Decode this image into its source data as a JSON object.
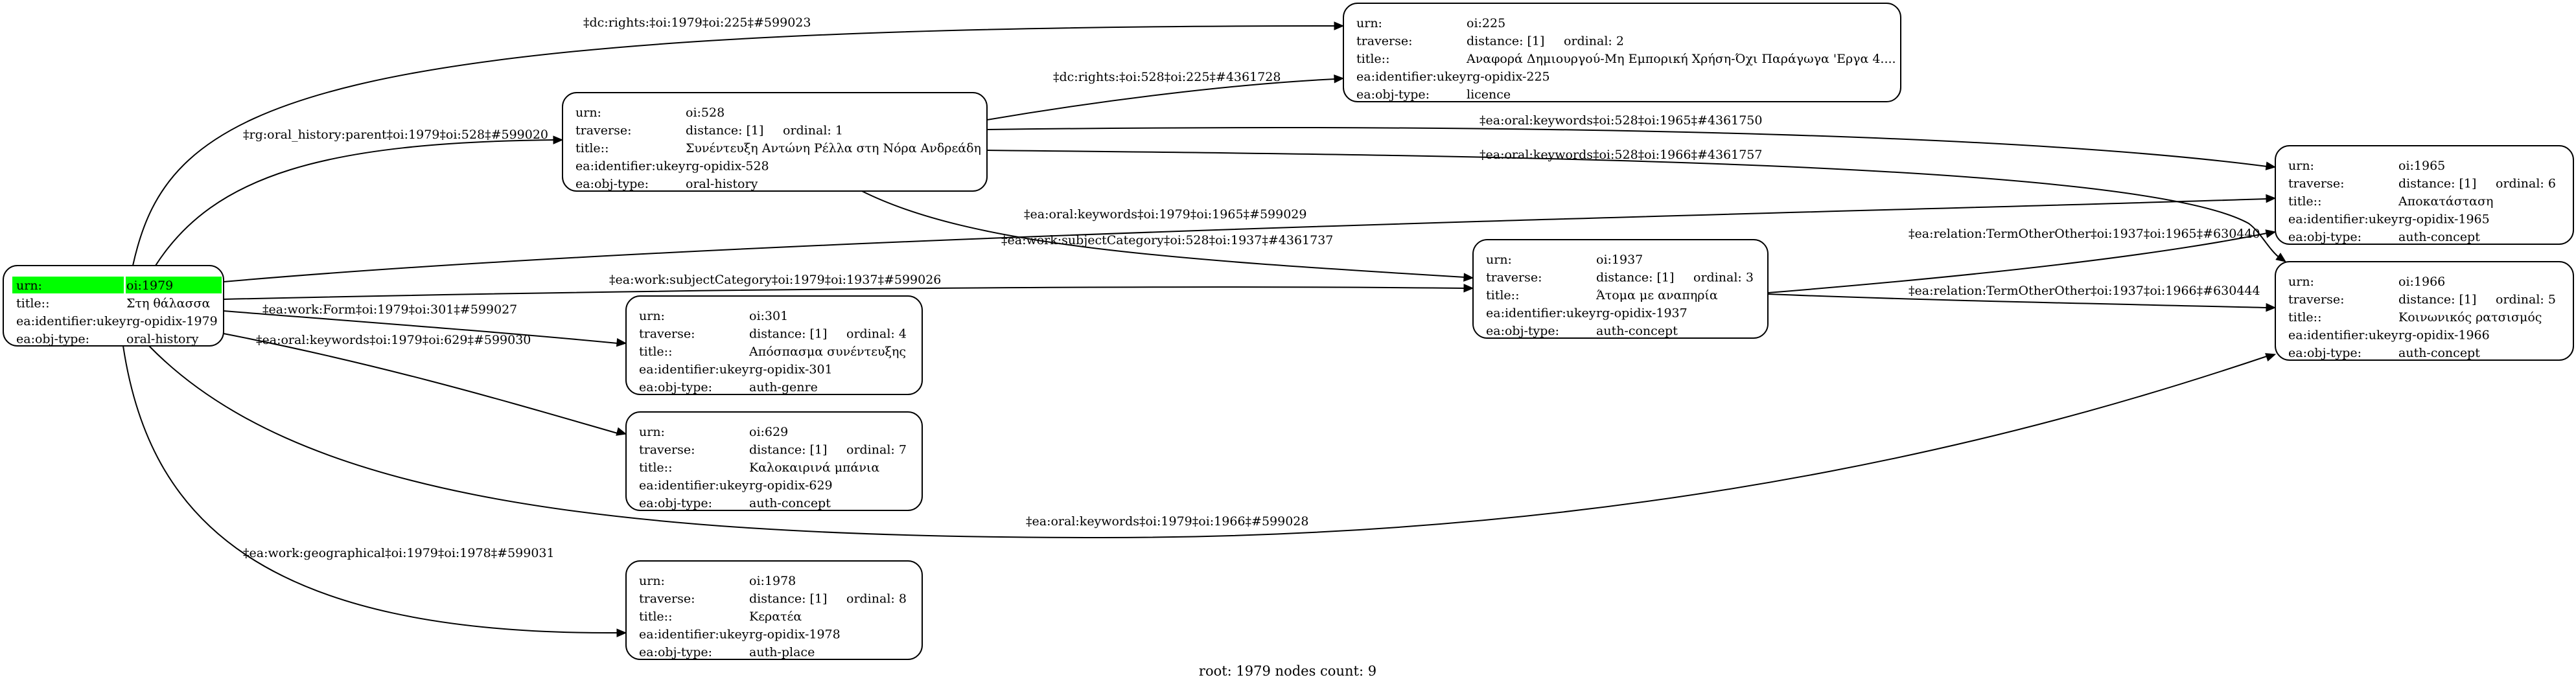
{
  "graph": {
    "footer": "root: 1979 nodes count: 9",
    "root_highlight_color": "#00ff00",
    "field_labels": {
      "urn": "urn:",
      "traverse": "traverse:",
      "title": "title::",
      "ukey": "ea:identifier:ukey",
      "objtype": "ea:obj-type:"
    },
    "nodes": [
      {
        "id": "1979",
        "root": true,
        "urn": "oi:1979",
        "title": "Στη θάλασσα",
        "ukey": "rg-opidix-1979",
        "objtype": "oral-history"
      },
      {
        "id": "528",
        "urn": "oi:528",
        "distance": "distance: [1]",
        "ordinal": "ordinal: 1",
        "title": "Συνέντευξη Αντώνη Ρέλλα στη Νόρα Ανδρεάδη",
        "ukey": "rg-opidix-528",
        "objtype": "oral-history"
      },
      {
        "id": "225",
        "urn": "oi:225",
        "distance": "distance: [1]",
        "ordinal": "ordinal: 2",
        "title": "Αναφορά Δημιουργού-Μη Εμπορική Χρήση-Όχι Παράγωγα 'Εργα 4....",
        "ukey": "rg-opidix-225",
        "objtype": "licence"
      },
      {
        "id": "1937",
        "urn": "oi:1937",
        "distance": "distance: [1]",
        "ordinal": "ordinal: 3",
        "title": "Άτομα με αναπηρία",
        "ukey": "rg-opidix-1937",
        "objtype": "auth-concept"
      },
      {
        "id": "301",
        "urn": "oi:301",
        "distance": "distance: [1]",
        "ordinal": "ordinal: 4",
        "title": "Απόσπασμα συνέντευξης",
        "ukey": "rg-opidix-301",
        "objtype": "auth-genre"
      },
      {
        "id": "1966",
        "urn": "oi:1966",
        "distance": "distance: [1]",
        "ordinal": "ordinal: 5",
        "title": "Κοινωνικός ρατσισμός",
        "ukey": "rg-opidix-1966",
        "objtype": "auth-concept"
      },
      {
        "id": "1965",
        "urn": "oi:1965",
        "distance": "distance: [1]",
        "ordinal": "ordinal: 6",
        "title": "Αποκατάσταση",
        "ukey": "rg-opidix-1965",
        "objtype": "auth-concept"
      },
      {
        "id": "629",
        "urn": "oi:629",
        "distance": "distance: [1]",
        "ordinal": "ordinal: 7",
        "title": "Καλοκαιρινά μπάνια",
        "ukey": "rg-opidix-629",
        "objtype": "auth-concept"
      },
      {
        "id": "1978",
        "urn": "oi:1978",
        "distance": "distance: [1]",
        "ordinal": "ordinal: 8",
        "title": "Κερατέα",
        "ukey": "rg-opidix-1978",
        "objtype": "auth-place"
      }
    ],
    "edges": [
      {
        "from": "1979",
        "to": "225",
        "label": "‡dc:rights:‡oi:1979‡oi:225‡#599023"
      },
      {
        "from": "528",
        "to": "225",
        "label": "‡dc:rights:‡oi:528‡oi:225‡#4361728"
      },
      {
        "from": "1979",
        "to": "528",
        "label": "‡rg:oral_history:parent‡oi:1979‡oi:528‡#599020"
      },
      {
        "from": "528",
        "to": "1965",
        "label": "‡ea:oral:keywords‡oi:528‡oi:1965‡#4361750"
      },
      {
        "from": "528",
        "to": "1966",
        "label": "‡ea:oral:keywords‡oi:528‡oi:1966‡#4361757"
      },
      {
        "from": "1979",
        "to": "1965",
        "label": "‡ea:oral:keywords‡oi:1979‡oi:1965‡#599029"
      },
      {
        "from": "528",
        "to": "1937",
        "label": "‡ea:work:subjectCategory‡oi:528‡oi:1937‡#4361737"
      },
      {
        "from": "1979",
        "to": "1937",
        "label": "‡ea:work:subjectCategory‡oi:1979‡oi:1937‡#599026"
      },
      {
        "from": "1937",
        "to": "1965",
        "label": "‡ea:relation:TermOtherOther‡oi:1937‡oi:1965‡#630440"
      },
      {
        "from": "1937",
        "to": "1966",
        "label": "‡ea:relation:TermOtherOther‡oi:1937‡oi:1966‡#630444"
      },
      {
        "from": "1979",
        "to": "301",
        "label": "‡ea:work:Form‡oi:1979‡oi:301‡#599027"
      },
      {
        "from": "1979",
        "to": "629",
        "label": "‡ea:oral:keywords‡oi:1979‡oi:629‡#599030"
      },
      {
        "from": "1979",
        "to": "1966",
        "label": "‡ea:oral:keywords‡oi:1979‡oi:1966‡#599028"
      },
      {
        "from": "1979",
        "to": "1978",
        "label": "‡ea:work:geographical‡oi:1979‡oi:1978‡#599031"
      }
    ]
  }
}
